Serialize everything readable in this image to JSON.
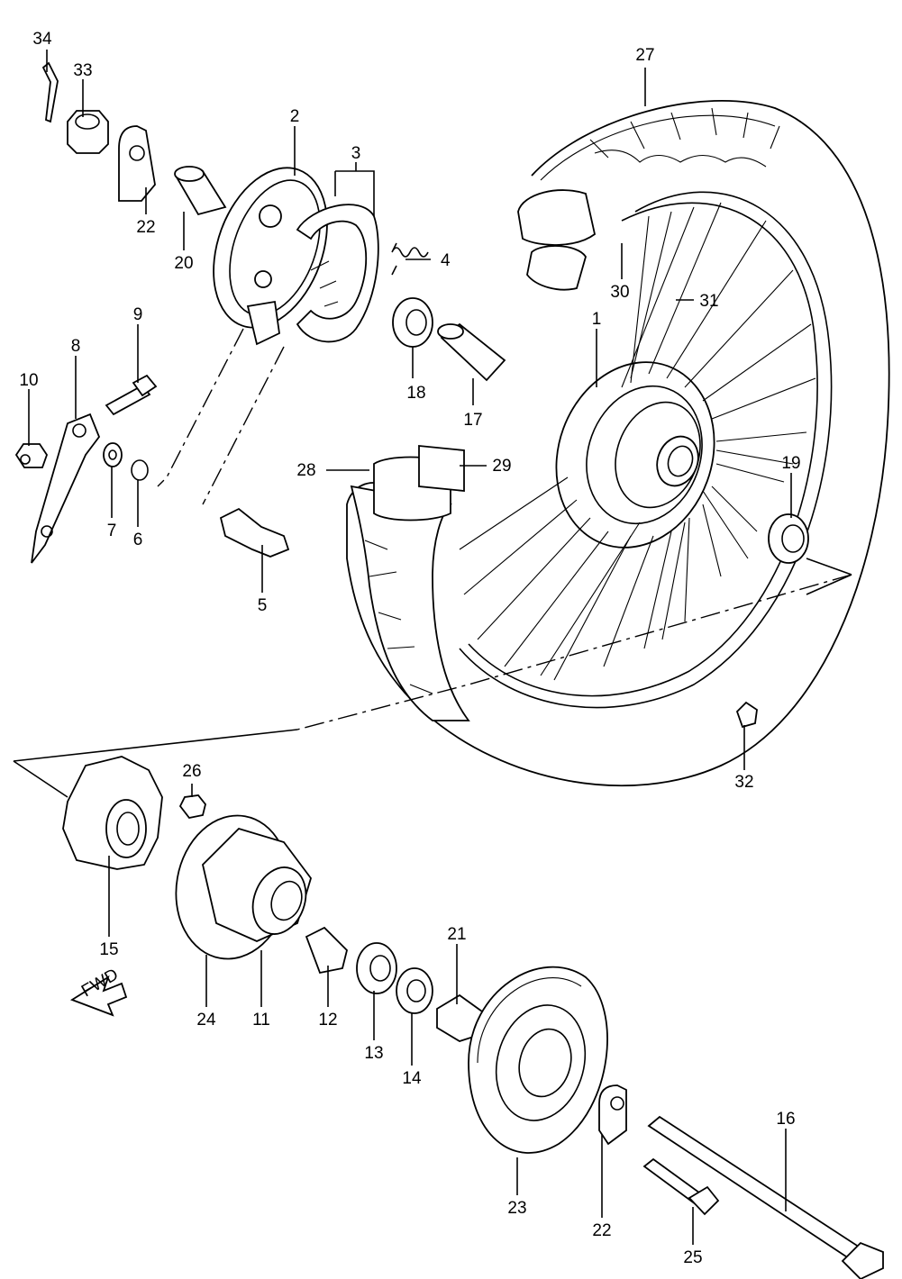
{
  "diagram": {
    "fwd_label": "FWD",
    "parts": [
      {
        "id": "p1",
        "label": "1"
      },
      {
        "id": "p2",
        "label": "2"
      },
      {
        "id": "p3",
        "label": "3"
      },
      {
        "id": "p4",
        "label": "4"
      },
      {
        "id": "p5",
        "label": "5"
      },
      {
        "id": "p6",
        "label": "6"
      },
      {
        "id": "p7",
        "label": "7"
      },
      {
        "id": "p8",
        "label": "8"
      },
      {
        "id": "p9",
        "label": "9"
      },
      {
        "id": "p10",
        "label": "10"
      },
      {
        "id": "p11",
        "label": "11"
      },
      {
        "id": "p12",
        "label": "12"
      },
      {
        "id": "p13",
        "label": "13"
      },
      {
        "id": "p14",
        "label": "14"
      },
      {
        "id": "p15",
        "label": "15"
      },
      {
        "id": "p16",
        "label": "16"
      },
      {
        "id": "p17",
        "label": "17"
      },
      {
        "id": "p18",
        "label": "18"
      },
      {
        "id": "p19",
        "label": "19"
      },
      {
        "id": "p20",
        "label": "20"
      },
      {
        "id": "p21",
        "label": "21"
      },
      {
        "id": "p22a",
        "label": "22"
      },
      {
        "id": "p22b",
        "label": "22"
      },
      {
        "id": "p23",
        "label": "23"
      },
      {
        "id": "p24",
        "label": "24"
      },
      {
        "id": "p25",
        "label": "25"
      },
      {
        "id": "p26",
        "label": "26"
      },
      {
        "id": "p27",
        "label": "27"
      },
      {
        "id": "p28",
        "label": "28"
      },
      {
        "id": "p29",
        "label": "29"
      },
      {
        "id": "p30",
        "label": "30"
      },
      {
        "id": "p31",
        "label": "31"
      },
      {
        "id": "p32",
        "label": "32"
      },
      {
        "id": "p33",
        "label": "33"
      },
      {
        "id": "p34",
        "label": "34"
      }
    ]
  }
}
